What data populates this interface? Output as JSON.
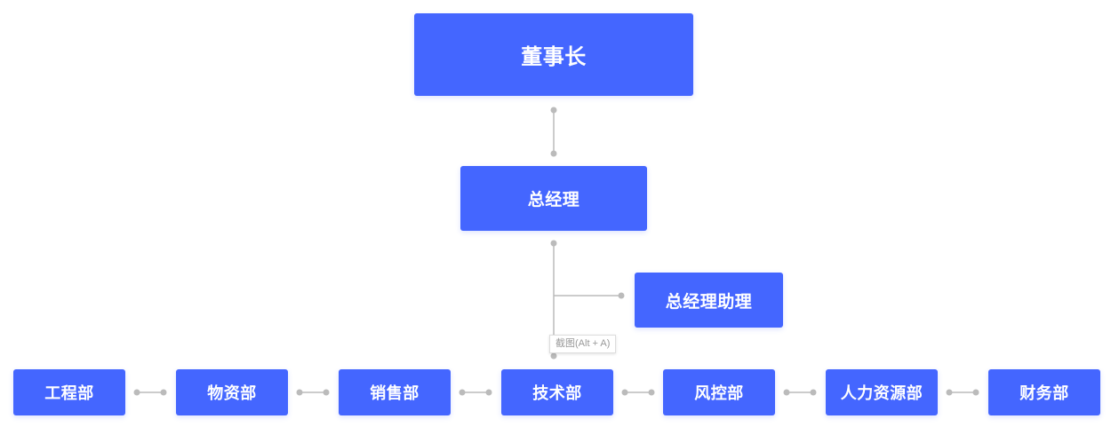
{
  "colors": {
    "node_fill": "#4466ff",
    "node_text": "#ffffff",
    "connector": "#bbbbbb"
  },
  "org": {
    "chairman": "董事长",
    "general_manager": "总经理",
    "gm_assistant": "总经理助理",
    "departments": [
      "工程部",
      "物资部",
      "销售部",
      "技术部",
      "风控部",
      "人力资源部",
      "财务部"
    ]
  },
  "tooltip": {
    "text": "截图(Alt + A)"
  }
}
